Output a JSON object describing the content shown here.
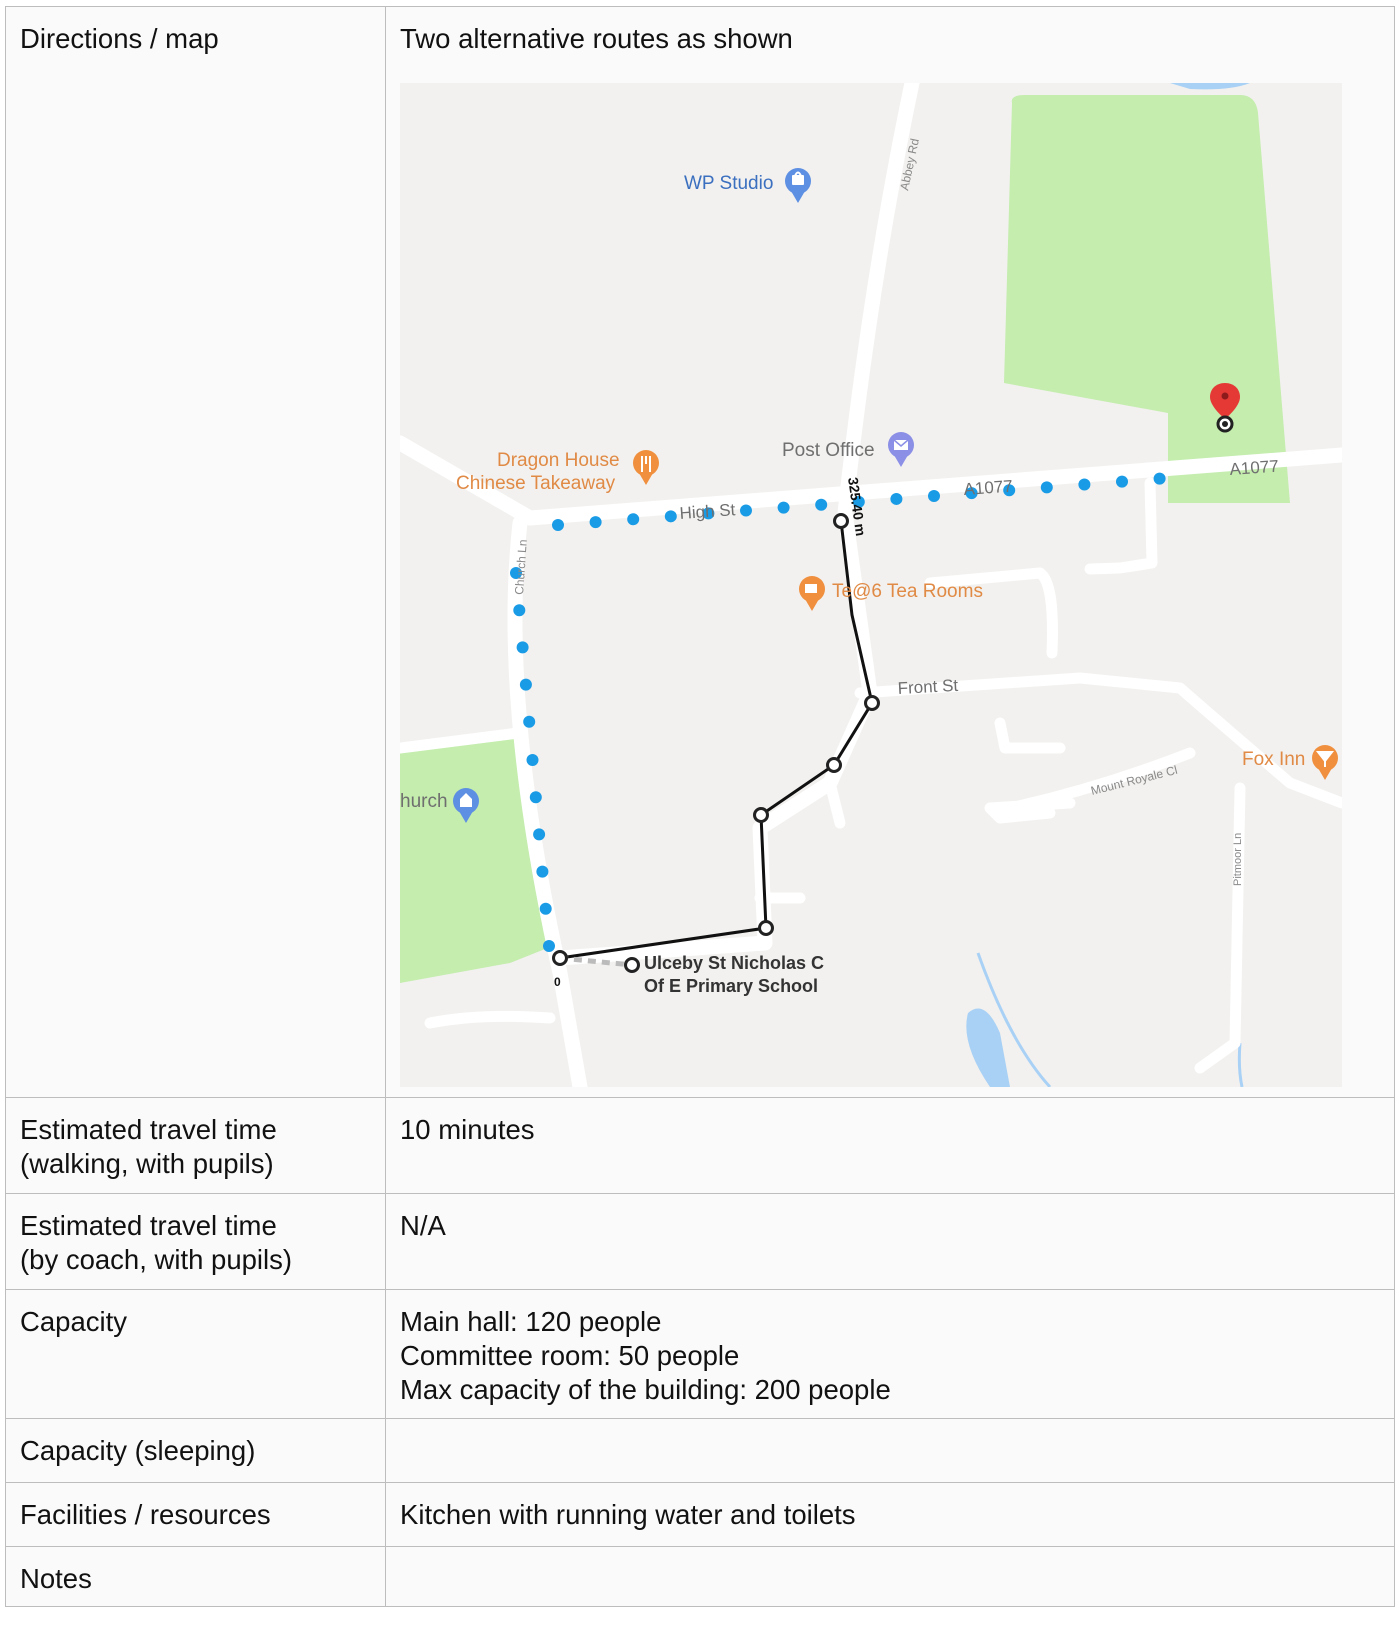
{
  "rows": [
    {
      "label": "Directions / map",
      "value": "Two alternative routes as shown"
    },
    {
      "label_lines": [
        "Estimated travel time",
        "(walking, with pupils)"
      ],
      "value": "10 minutes"
    },
    {
      "label_lines": [
        "Estimated travel time",
        "(by coach, with pupils)"
      ],
      "value": "N/A"
    },
    {
      "label": "Capacity",
      "value_lines": [
        "Main hall: 120 people",
        "Committee room: 50 people",
        "Max capacity of the building: 200 people"
      ]
    },
    {
      "label": "Capacity (sleeping)",
      "value": ""
    },
    {
      "label": "Facilities / resources",
      "value": "Kitchen with running water and toilets"
    },
    {
      "label": "Notes",
      "value": ""
    }
  ],
  "map": {
    "labels": {
      "wp_studio": "WP Studio",
      "abbey_rd": "Abbey Rd",
      "dragon_house_1": "Dragon House",
      "dragon_house_2": "Chinese Takeaway",
      "post_office": "Post Office",
      "high_st": "High St",
      "a1077_mid": "A1077",
      "a1077_right": "A1077",
      "distance": "325.40 m",
      "tea_rooms": "Te@6 Tea Rooms",
      "front_st": "Front St",
      "church_ln": "Church Ln",
      "church": "hurch",
      "mount_royale": "Mount Royale Cl",
      "fox_inn": "Fox Inn",
      "pitmoor_ln": "Pitmoor Ln",
      "school_1": "Ulceby St Nicholas C",
      "school_2": "Of E Primary School",
      "zero": "0"
    },
    "icons": {
      "wp_studio": "shopping-bag-icon",
      "dragon_house": "restaurant-icon",
      "post_office": "mail-icon",
      "tea_rooms": "cafe-icon",
      "church": "church-icon",
      "fox_inn": "bar-icon",
      "destination": "map-pin-icon"
    },
    "colors": {
      "background": "#f2f1ef",
      "park": "#c4edae",
      "water": "#a9d1f5",
      "road": "#ffffff",
      "route_dots": "#1a9be6",
      "measure_line": "#111111",
      "pin": "#e53935",
      "poi_orange": "#f08f3e",
      "poi_blue": "#5d8fe3",
      "poi_purple": "#8b8fe6"
    }
  }
}
